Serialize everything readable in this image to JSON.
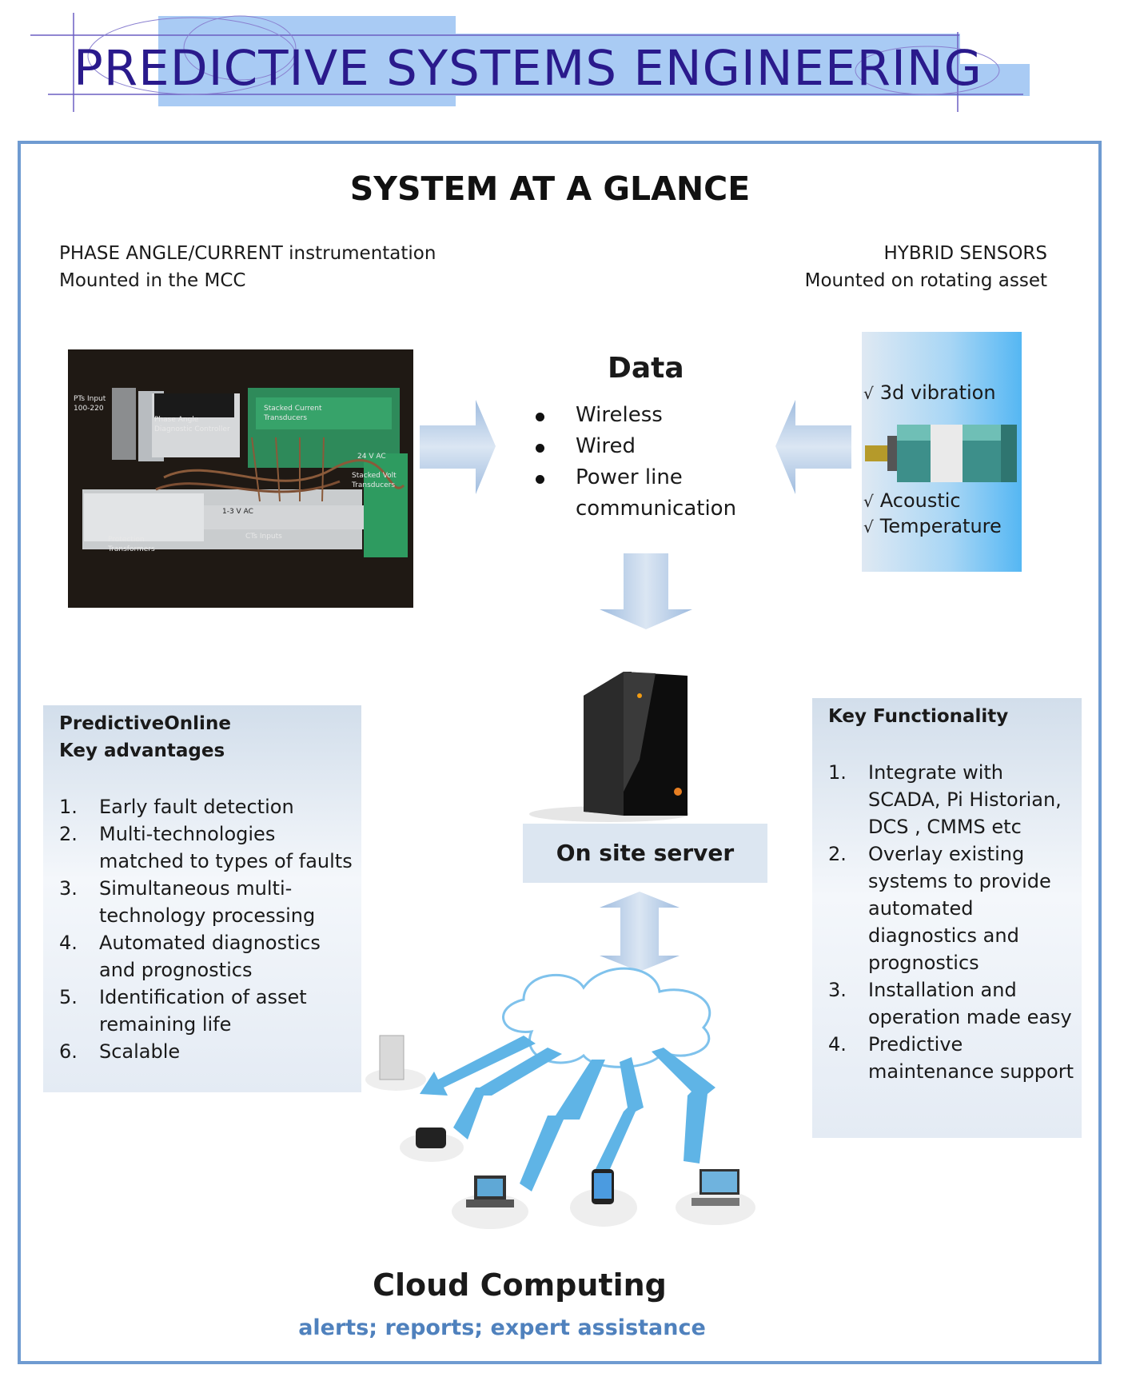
{
  "header": {
    "title": "PREDICTIVE  SYSTEMS  ENGINEERING"
  },
  "main_title": "SYSTEM AT A GLANCE",
  "left_source": {
    "line1": "PHASE ANGLE/CURRENT instrumentation",
    "line2": "Mounted in the MCC"
  },
  "right_source": {
    "line1": "HYBRID SENSORS",
    "line2": "Mounted on rotating asset"
  },
  "mcc_photo_labels": {
    "pts": "PTs Input 100-220",
    "controller": "Phase Angle Diagnostic Controller",
    "stacked_current": "Stacked Current Transducers",
    "vac24": "24 V AC",
    "stacked_volt": "Stacked Volt Transducers",
    "vac13": "1-3 V AC",
    "cts": "CTs Inputs",
    "protection": "Protection Transformers"
  },
  "data": {
    "title": "Data",
    "items": [
      "Wireless",
      "Wired",
      "Power line",
      "communication"
    ]
  },
  "sensor": {
    "check": "√",
    "items": [
      "3d vibration",
      "Acoustic",
      "Temperature"
    ]
  },
  "server": {
    "label": "On site server"
  },
  "advantages": {
    "title_line1": "PredictiveOnline",
    "title_line2": "Key advantages",
    "items": [
      {
        "num": "1.",
        "lines": [
          "Early fault detection"
        ]
      },
      {
        "num": "2.",
        "lines": [
          "Multi-technologies",
          "matched to  types of faults"
        ]
      },
      {
        "num": "3.",
        "lines": [
          "Simultaneous multi-",
          "technology processing"
        ]
      },
      {
        "num": "4.",
        "lines": [
          "Automated diagnostics",
          "and prognostics"
        ]
      },
      {
        "num": "5.",
        "lines": [
          "Identification of asset",
          "remaining life"
        ]
      },
      {
        "num": "6.",
        "lines": [
          "Scalable"
        ]
      }
    ]
  },
  "functionality": {
    "title": "Key Functionality",
    "items": [
      {
        "num": "1.",
        "lines": [
          "Integrate with",
          "SCADA, Pi Historian,",
          "DCS , CMMS etc"
        ]
      },
      {
        "num": "2.",
        "lines": [
          "Overlay existing",
          "systems to provide",
          "automated",
          "diagnostics and",
          "prognostics"
        ]
      },
      {
        "num": "3.",
        "lines": [
          "Installation and",
          "operation made easy"
        ]
      },
      {
        "num": "4.",
        "lines": [
          "Predictive",
          "maintenance support"
        ]
      }
    ]
  },
  "cloud": {
    "title": "Cloud Computing",
    "subtitle": "alerts; reports; expert assistance"
  },
  "colors": {
    "header_band": "#a9cbf4",
    "header_text": "#2a1a8c",
    "frame_border": "#6f9bd1",
    "arrow_fill": "#b9cde6",
    "cloud_arrow": "#5fb4e6",
    "subtitle": "#4f81bd"
  }
}
